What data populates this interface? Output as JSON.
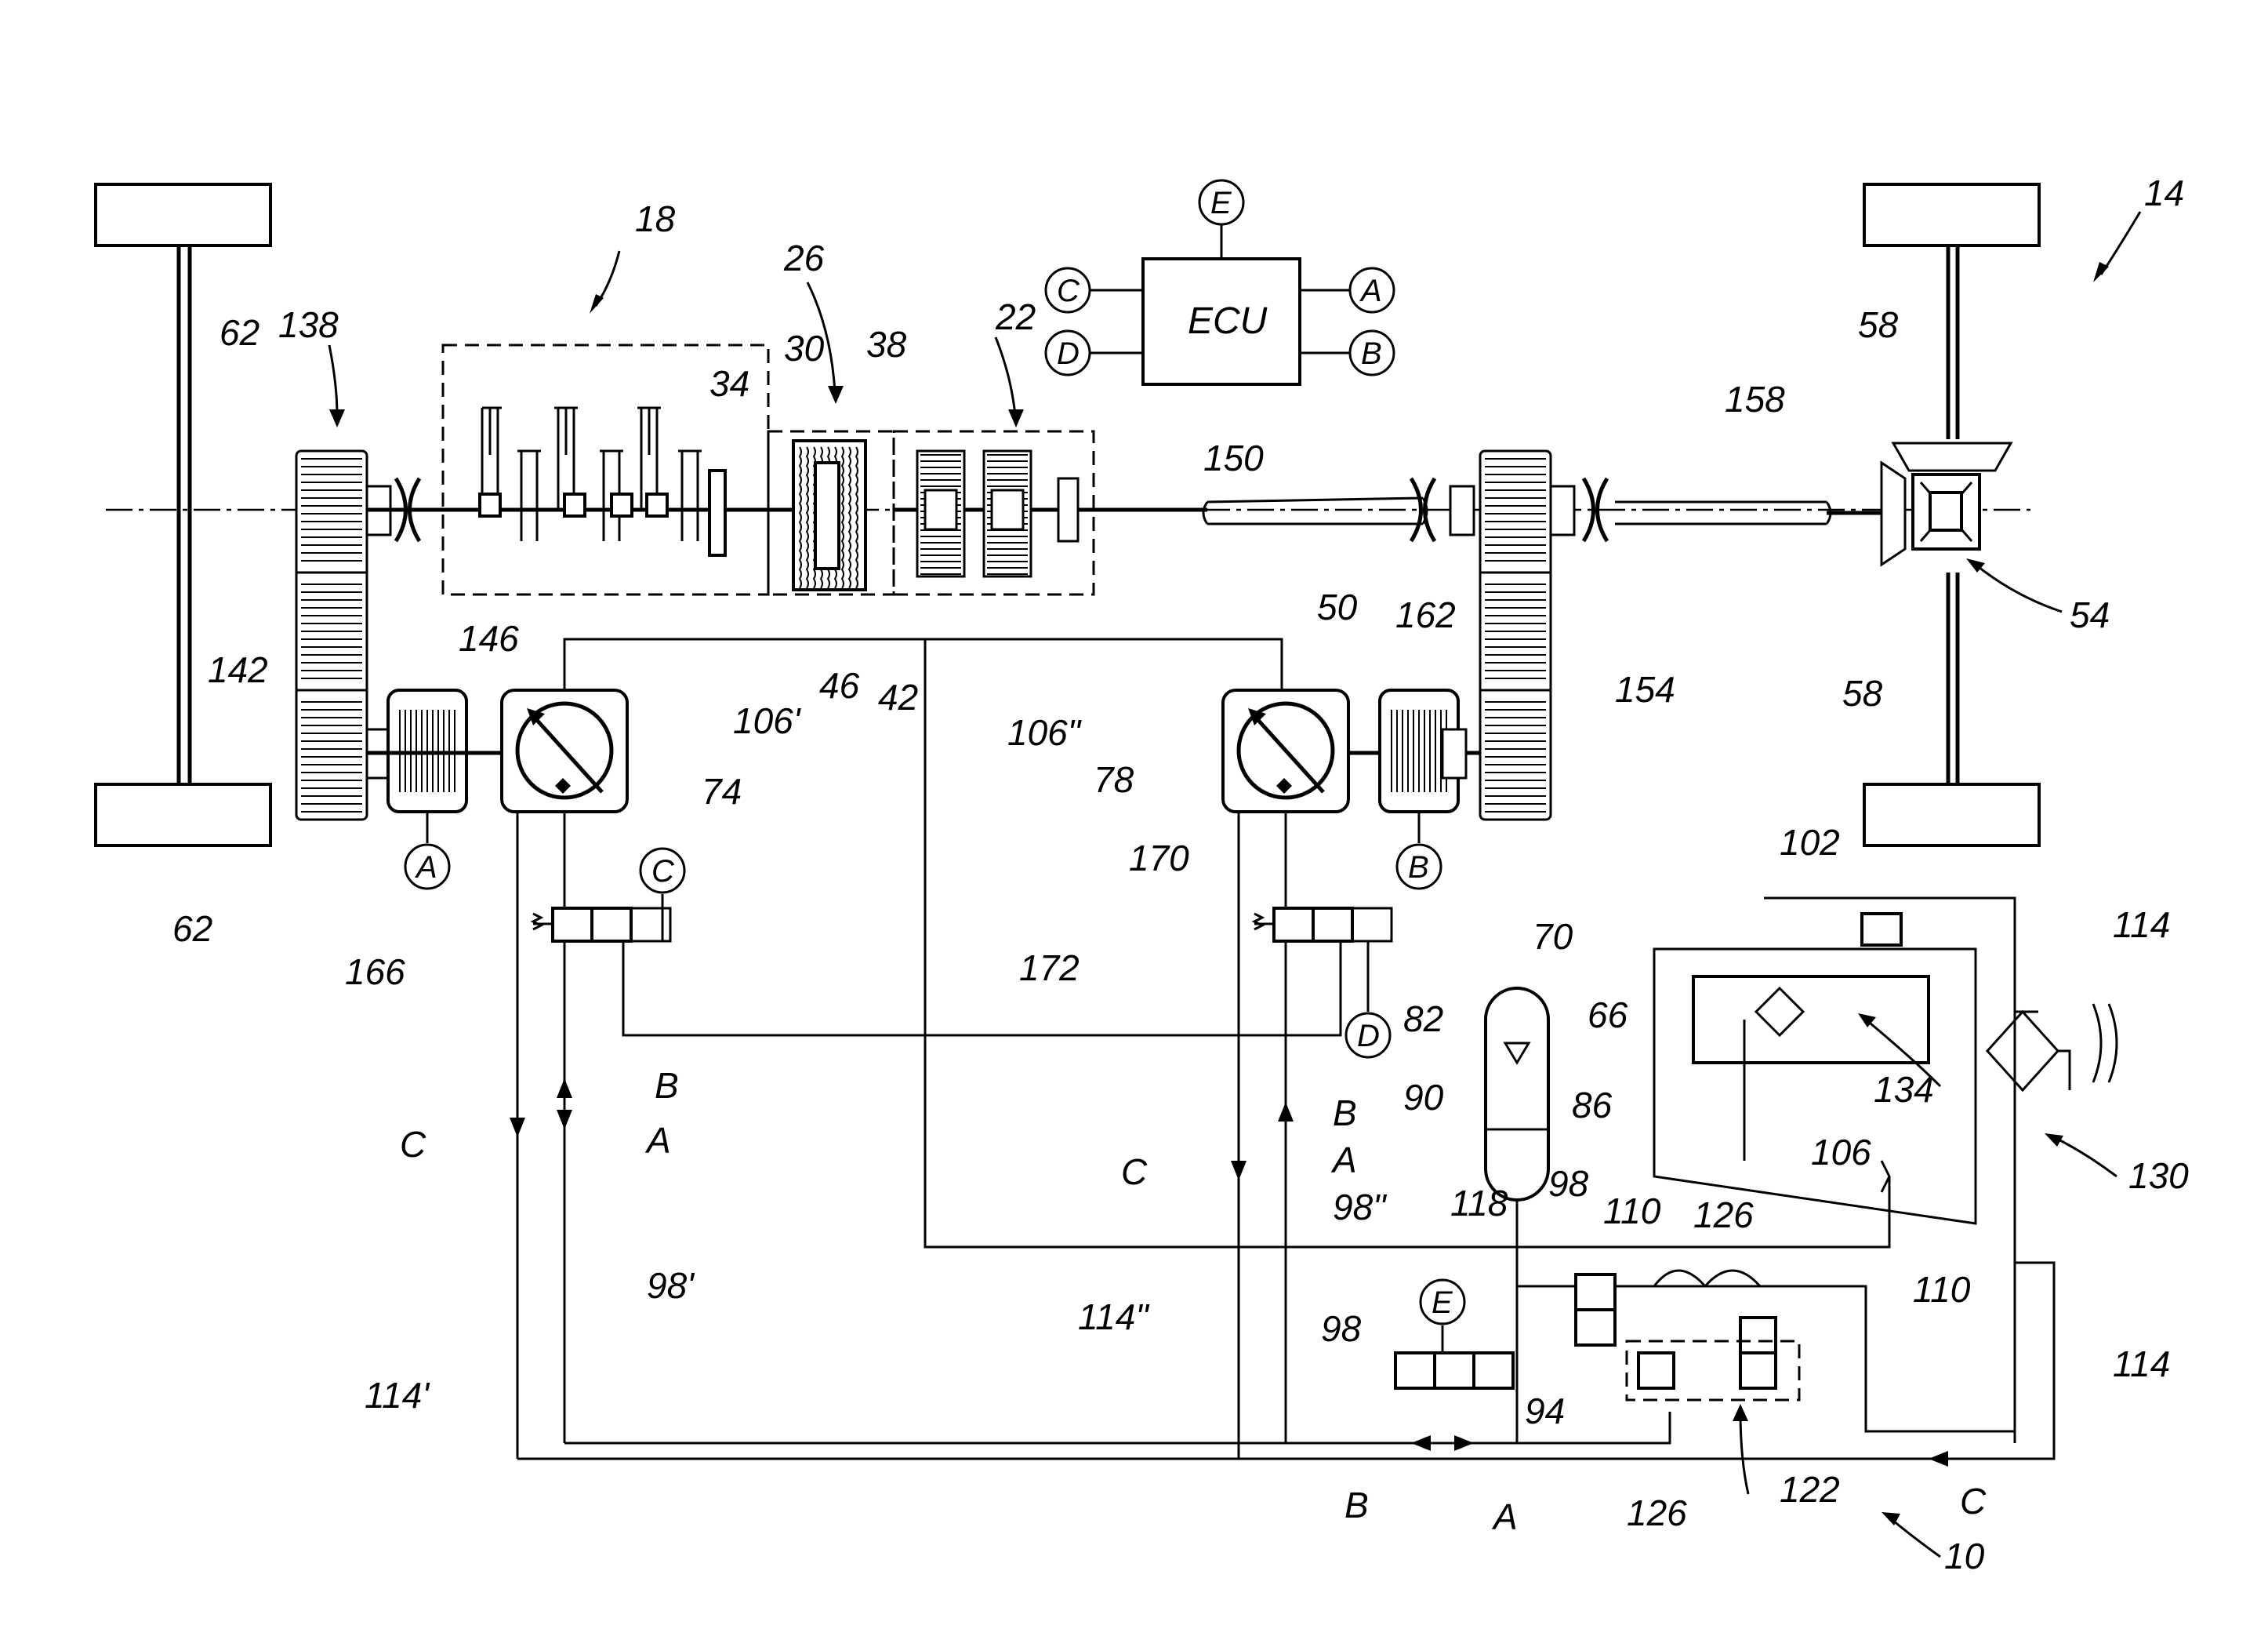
{
  "ecu": {
    "label": "ECU"
  },
  "connectors": {
    "ecu_E": "E",
    "ecu_C": "C",
    "ecu_D": "D",
    "ecu_A": "A",
    "ecu_B": "B",
    "motor1_A": "A",
    "motor2_B": "B",
    "valve166_C": "C",
    "valve170_D": "D",
    "valve94_E": "E"
  },
  "flow_labels": {
    "left_B": "B",
    "left_A": "A",
    "left_C": "C",
    "mid_B": "B",
    "mid_A": "A",
    "mid_C": "C",
    "bottom_B": "B",
    "bottom_A": "A",
    "bottom_C": "C"
  },
  "reference_numerals": {
    "r10": "10",
    "r14": "14",
    "r18": "18",
    "r22": "22",
    "r26": "26",
    "r30": "30",
    "r34": "34",
    "r38": "38",
    "r42": "42",
    "r46": "46",
    "r50": "50",
    "r54": "54",
    "r58a": "58",
    "r58b": "58",
    "r62a": "62",
    "r62b": "62",
    "r66": "66",
    "r70": "70",
    "r74": "74",
    "r78": "78",
    "r82": "82",
    "r86": "86",
    "r90": "90",
    "r94": "94",
    "r98a": "98",
    "r98b": "98",
    "r98p": "98'",
    "r98pp": "98\"",
    "r102": "102",
    "r106": "106",
    "r106p": "106'",
    "r106pp": "106\"",
    "r110a": "110",
    "r110b": "110",
    "r114a": "114",
    "r114b": "114",
    "r114p": "114'",
    "r114pp": "114\"",
    "r118": "118",
    "r122": "122",
    "r126a": "126",
    "r126b": "126",
    "r130": "130",
    "r134": "134",
    "r138": "138",
    "r142": "142",
    "r146": "146",
    "r150": "150",
    "r154": "154",
    "r158": "158",
    "r162": "162",
    "r166": "166",
    "r170": "170",
    "r172": "172"
  }
}
